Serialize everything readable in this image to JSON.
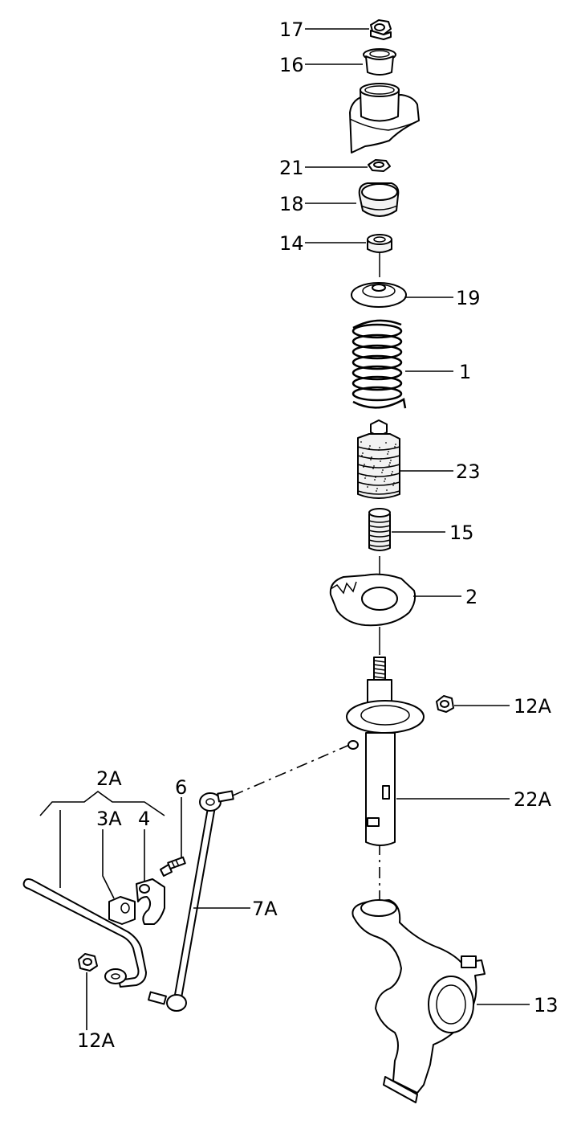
{
  "labels": {
    "l17": "17",
    "l16": "16",
    "l21": "21",
    "l18": "18",
    "l14": "14",
    "l19": "19",
    "l1": "1",
    "l23": "23",
    "l15": "15",
    "l2": "2",
    "l12a_right": "12A",
    "l22a": "22A",
    "l2a": "2A",
    "l3a": "3A",
    "l4": "4",
    "l6": "6",
    "l7a": "7A",
    "l13": "13",
    "l12a_bottom": "12A"
  },
  "icons": [
    "nut-icon",
    "cap-icon",
    "strut-mount-icon",
    "spring-pad-icon",
    "coil-spring-icon",
    "dust-boot-icon",
    "bump-stop-icon",
    "shock-absorber-icon",
    "stabilizer-bar-icon",
    "coupling-rod-icon",
    "wheel-bearing-housing-icon"
  ]
}
